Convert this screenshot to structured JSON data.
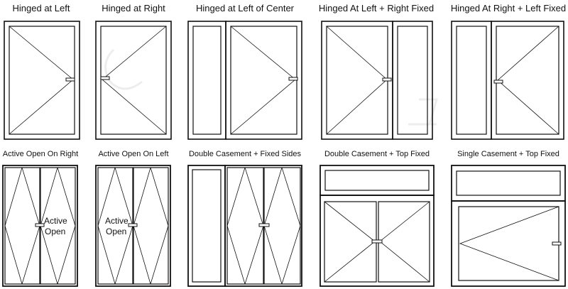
{
  "watermark": "GRT",
  "panels": [
    {
      "title": "Hinged at Left"
    },
    {
      "title": "Hinged at Right"
    },
    {
      "title": "Hinged at Left of Center"
    },
    {
      "title": "Hinged At Left + Right Fixed"
    },
    {
      "title": "Hinged At Right + Left Fixed"
    },
    {
      "title": "Active Open On Right",
      "label_line1": "Active",
      "label_line2": "Open"
    },
    {
      "title": "Active Open On Left",
      "label_line1": "Active",
      "label_line2": "Open"
    },
    {
      "title": "Double Casement + Fixed Sides"
    },
    {
      "title": "Double Casement + Top Fixed"
    },
    {
      "title": "Single Casement + Top Fixed"
    }
  ]
}
